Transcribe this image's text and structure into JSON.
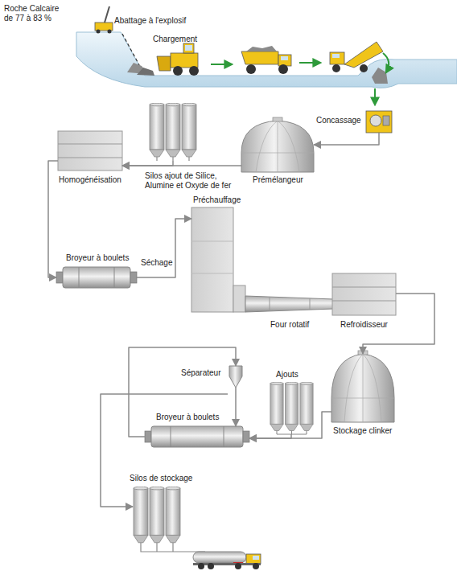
{
  "diagram": {
    "nodes": [
      {
        "text": [
          "Concassage"
        ]
      },
      {
        "text": [
          "Prémélangeur"
        ]
      },
      {
        "text": [
          "Silos ajout de Silice, Alumine et Oxyde de fer"
        ]
      },
      {
        "text": [
          "Homogénéisation"
        ]
      },
      {
        "text": [
          "Broyeur à boulets"
        ]
      },
      {
        "text": [
          "Préchauffage"
        ]
      },
      {
        "text": [
          "Four rotatif"
        ]
      },
      {
        "text": [
          "Refroidisseur"
        ]
      },
      {
        "text": [
          "Stockage clinker"
        ]
      },
      {
        "text": [
          "Ajouts"
        ]
      },
      {
        "text": [
          "Séparateur"
        ]
      },
      {
        "text": [
          "Broyeur à boulets"
        ]
      },
      {
        "text": [
          "Silos de stockage"
        ]
      }
    ],
    "edges": [
      {
        "from": 0,
        "to": 1,
        "arrow": "to"
      },
      {
        "from": 1,
        "to": 3,
        "arrow": "to"
      },
      {
        "from": 2,
        "to": 3,
        "arrow": "to"
      },
      {
        "from": 3,
        "to": 4,
        "arrow": "to"
      },
      {
        "from": 4,
        "to": 5,
        "label": "Séchage",
        "arrow": "to"
      },
      {
        "from": 7,
        "to": 8,
        "arrow": "to"
      },
      {
        "from": 8,
        "to": 11,
        "arrow": "to"
      },
      {
        "from": 9,
        "to": 11,
        "arrow": "to"
      },
      {
        "from": 11,
        "to": 10,
        "arrow": "to"
      },
      {
        "from": 10,
        "to": 11,
        "arrow": "to"
      },
      {
        "from": 10,
        "to": 12,
        "arrow": "to"
      }
    ],
    "labels": [
      "Roche Calcaire de 77 à 83 %",
      "Abattage à l'explosif",
      "Chargement"
    ]
  }
}
